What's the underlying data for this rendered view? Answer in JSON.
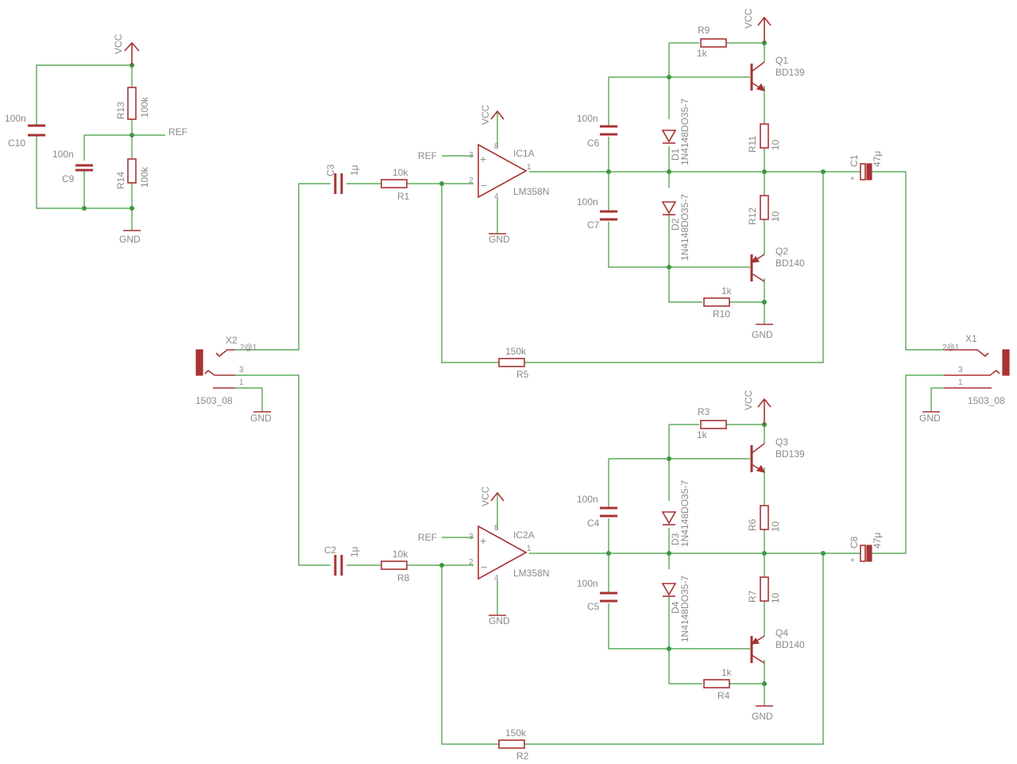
{
  "supply": {
    "vcc": "VCC",
    "gnd": "GND",
    "ref": "REF"
  },
  "ref_divider": {
    "C10": {
      "name": "C10",
      "value": "100n"
    },
    "C9": {
      "name": "C9",
      "value": "100n"
    },
    "R13": {
      "name": "R13",
      "value": "100k"
    },
    "R14": {
      "name": "R14",
      "value": "100k"
    }
  },
  "ch1": {
    "input_cap": {
      "name": "C3",
      "value": "1μ"
    },
    "input_res": {
      "name": "R1",
      "value": "10k"
    },
    "opamp": {
      "name": "IC1A",
      "value": "LM358N",
      "pin_plus": "3",
      "pin_minus": "2",
      "pin_out": "1",
      "pin_vcc": "8",
      "pin_gnd": "4"
    },
    "cap_hi": {
      "name": "C6",
      "value": "100n"
    },
    "cap_lo": {
      "name": "C7",
      "value": "100n"
    },
    "diode_hi": {
      "name": "D1",
      "value": "1N4148DO35-7"
    },
    "diode_lo": {
      "name": "D2",
      "value": "1N4148DO35-7"
    },
    "bias_hi": {
      "name": "R9",
      "value": "1k"
    },
    "bias_lo": {
      "name": "R10",
      "value": "1k"
    },
    "npn": {
      "name": "Q1",
      "value": "BD139"
    },
    "pnp": {
      "name": "Q2",
      "value": "BD140"
    },
    "emit_hi": {
      "name": "R11",
      "value": "10"
    },
    "emit_lo": {
      "name": "R12",
      "value": "10"
    },
    "out_cap": {
      "name": "C1",
      "value": "47μ"
    },
    "feedback": {
      "name": "R5",
      "value": "150k"
    }
  },
  "ch2": {
    "input_cap": {
      "name": "C2",
      "value": "1μ"
    },
    "input_res": {
      "name": "R8",
      "value": "10k"
    },
    "opamp": {
      "name": "IC2A",
      "value": "LM358N",
      "pin_plus": "3",
      "pin_minus": "2",
      "pin_out": "1",
      "pin_vcc": "8",
      "pin_gnd": "4"
    },
    "cap_hi": {
      "name": "C4",
      "value": "100n"
    },
    "cap_lo": {
      "name": "C5",
      "value": "100n"
    },
    "diode_hi": {
      "name": "D3",
      "value": "1N4148DO35-7"
    },
    "diode_lo": {
      "name": "D4",
      "value": "1N4148DO35-7"
    },
    "bias_hi": {
      "name": "R3",
      "value": "1k"
    },
    "bias_lo": {
      "name": "R4",
      "value": "1k"
    },
    "npn": {
      "name": "Q3",
      "value": "BD139"
    },
    "pnp": {
      "name": "Q4",
      "value": "BD140"
    },
    "emit_hi": {
      "name": "R6",
      "value": "10"
    },
    "emit_lo": {
      "name": "R7",
      "value": "10"
    },
    "out_cap": {
      "name": "C8",
      "value": "47μ"
    },
    "feedback": {
      "name": "R2",
      "value": "150k"
    }
  },
  "jack_in": {
    "name": "X2",
    "value": "1503_08",
    "pin_tip": "2@1",
    "pin_ring": "3",
    "pin_sleeve": "1"
  },
  "jack_out": {
    "name": "X1",
    "value": "1503_08",
    "pin_tip": "2@1",
    "pin_ring": "3",
    "pin_sleeve": "1"
  },
  "colors": {
    "wire": "#3c9a3c",
    "part": "#a83232",
    "label": "#8a8a8a"
  }
}
